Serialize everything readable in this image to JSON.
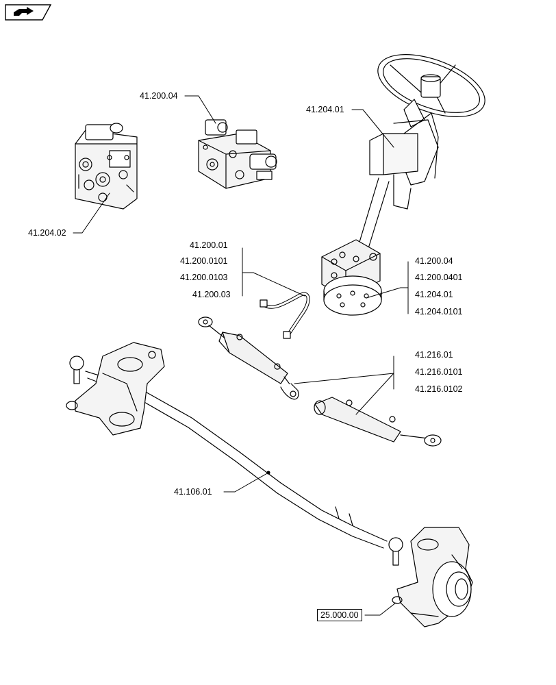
{
  "navigation": {
    "icon": "arrow-right-icon"
  },
  "labels": {
    "valve_block_top": "41.200.04",
    "pump_unit": "41.204.02",
    "steering_column": "41.204.01",
    "hose_group": [
      "41.200.01",
      "41.200.0101",
      "41.200.0103",
      "41.200.03"
    ],
    "steering_unit_group": [
      "41.200.04",
      "41.200.0401",
      "41.204.01",
      "41.204.0101"
    ],
    "cylinder_group": [
      "41.216.01",
      "41.216.0101",
      "41.216.0102"
    ],
    "tie_rod": "41.106.01",
    "axle_knuckle": "25.000.00"
  }
}
